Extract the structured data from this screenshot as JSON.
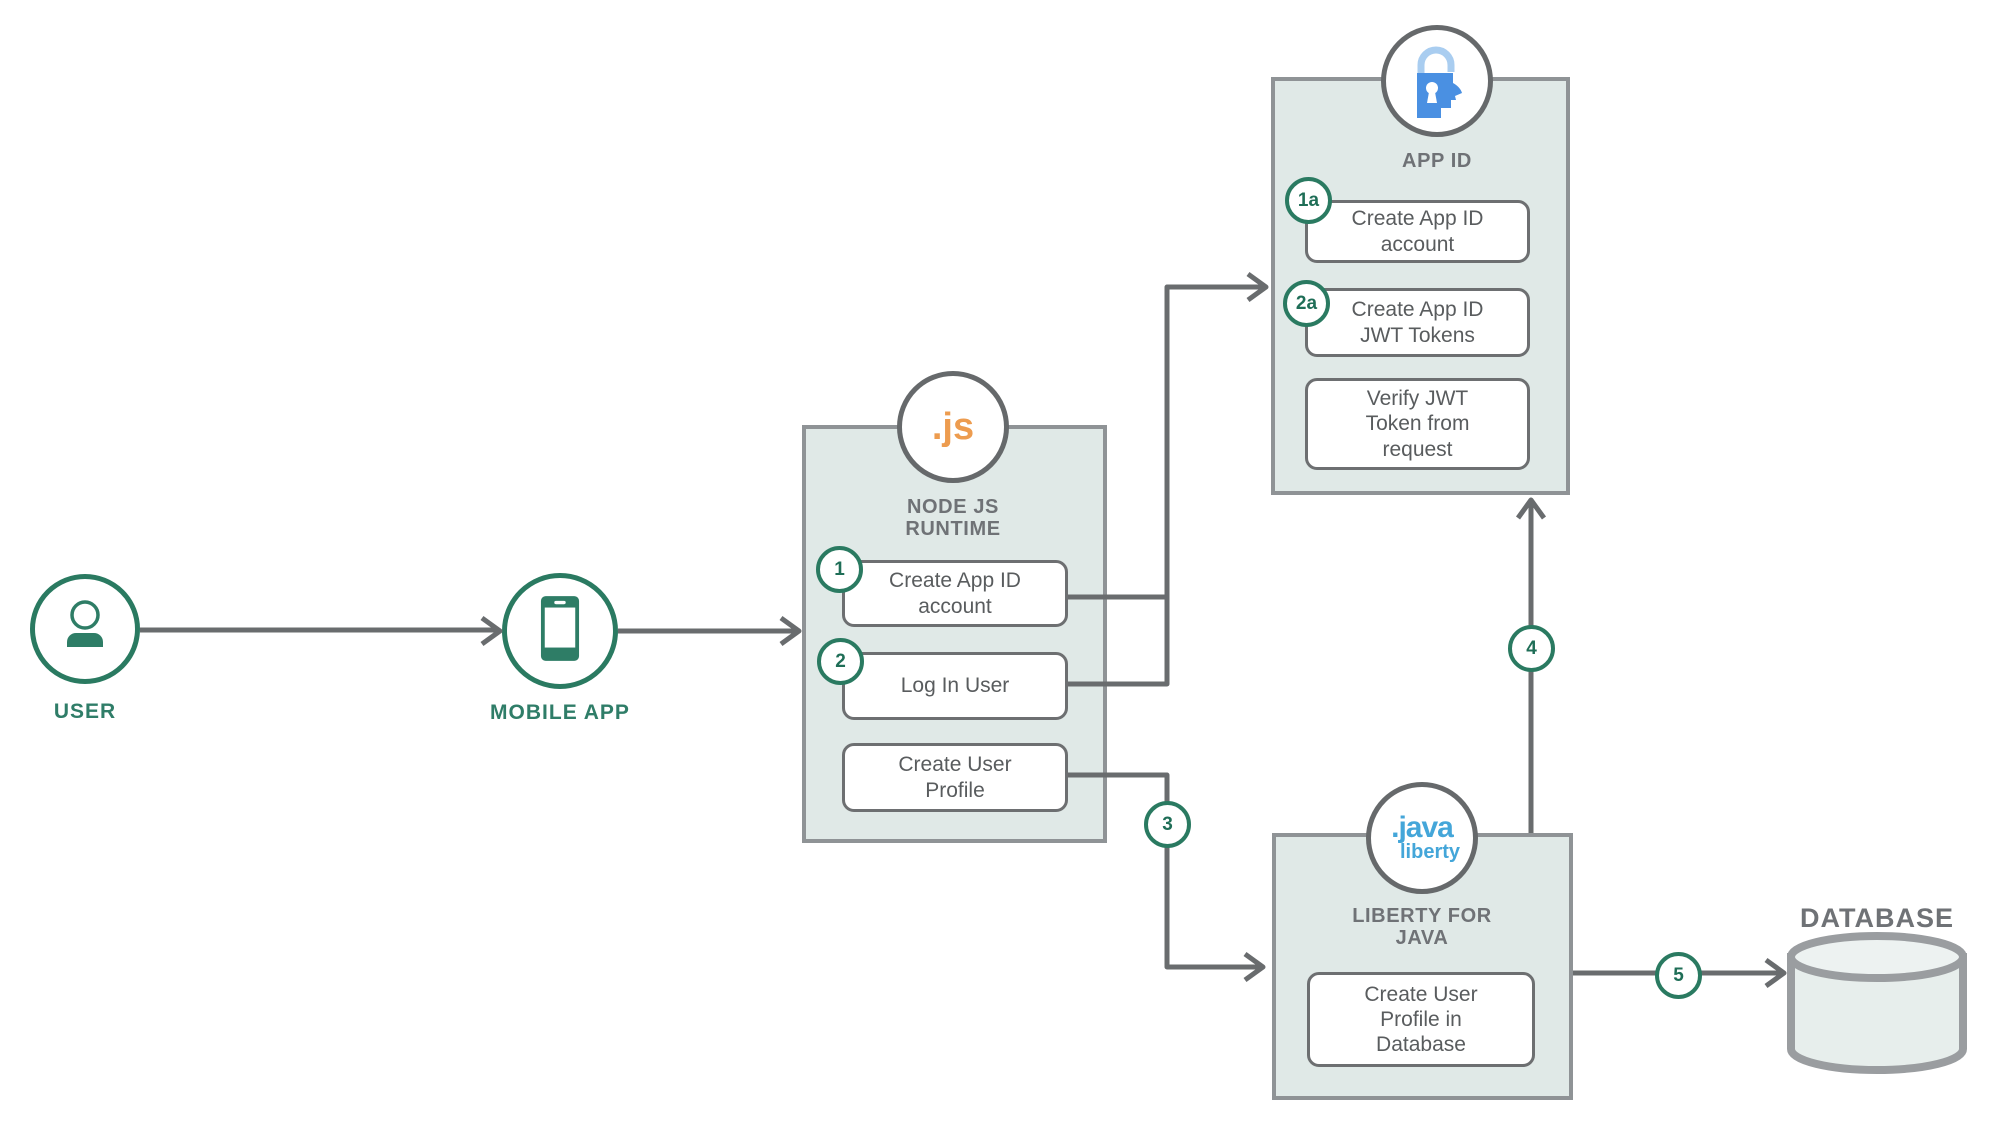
{
  "colors": {
    "green": "#2a7a61",
    "green_label": "#2f7d68",
    "gray_line": "#696c6e",
    "box_fill": "#e0e9e7",
    "box_border": "#8f9396",
    "nodejs_orange": "#ed9c4f",
    "appid_blue": "#4a90e2",
    "appid_shackle_blue": "#a9cdf0",
    "java_blue": "#44a6d9"
  },
  "icons": {
    "user": "user-person-icon",
    "mobile": "mobile-phone-icon",
    "nodejs": "nodejs-logo",
    "appid": "lock-head-icon",
    "liberty": "java-liberty-logo",
    "database": "database-cylinder-icon"
  },
  "nodes": {
    "user": {
      "label": "USER"
    },
    "mobile": {
      "label": "MOBILE APP"
    },
    "nodejs": {
      "logo": ".js",
      "title": "NODE JS\nRUNTIME",
      "steps": [
        {
          "badge": "1",
          "label": "Create App ID\naccount"
        },
        {
          "badge": "2",
          "label": "Log In User"
        },
        {
          "badge": "",
          "label": "Create User\nProfile"
        }
      ]
    },
    "appid": {
      "title": "APP ID",
      "steps": [
        {
          "badge": "1a",
          "label": "Create App ID\naccount"
        },
        {
          "badge": "2a",
          "label": "Create App ID\nJWT Tokens"
        },
        {
          "badge": "",
          "label": "Verify JWT\nToken from\nrequest"
        }
      ]
    },
    "liberty": {
      "logo_line1": ".java",
      "logo_line2": "liberty",
      "title": "LIBERTY FOR\nJAVA",
      "steps": [
        {
          "badge": "",
          "label": "Create User\nProfile in\nDatabase"
        }
      ]
    },
    "database": {
      "label": "DATABASE"
    }
  },
  "flow_steps": {
    "s3": "3",
    "s4": "4",
    "s5": "5"
  }
}
